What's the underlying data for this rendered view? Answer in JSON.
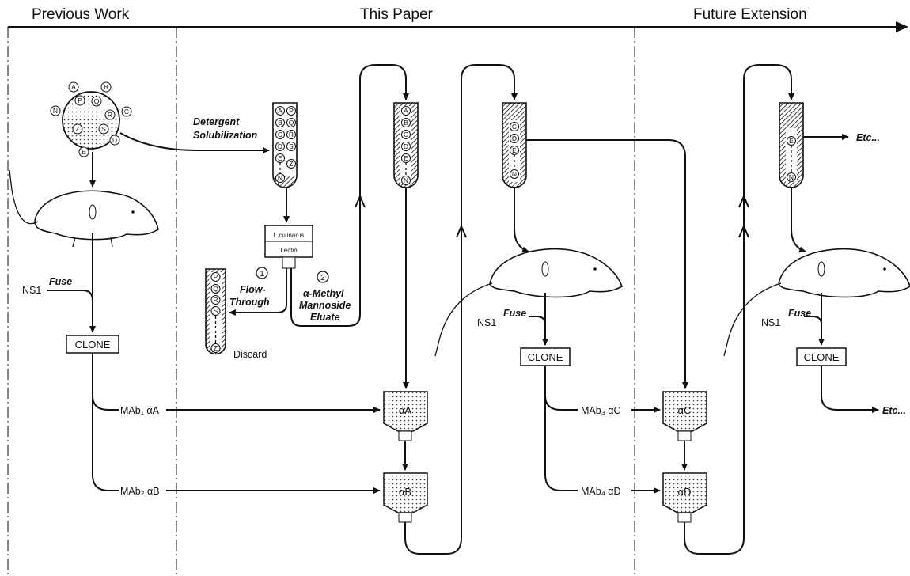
{
  "headers": {
    "previous": "Previous Work",
    "this_paper": "This Paper",
    "future": "Future Extension"
  },
  "labels": {
    "detergent1": "Detergent",
    "detergent2": "Solubilization",
    "lectin_top": "L.culinarus",
    "lectin_bottom": "Lectin",
    "step1_num": "1",
    "step1_line1": "Flow-",
    "step1_line2": "Through",
    "step2_num": "2",
    "step2_line1": "α-Methyl",
    "step2_line2": "Mannoside",
    "step2_line3": "Eluate",
    "discard": "Discard",
    "etc1": "Etc...",
    "etc2": "Etc...",
    "fuse": "Fuse",
    "ns1": "NS1",
    "clone": "CLONE",
    "mab1": "MAb₁ αA",
    "mab2": "MAb₂ αB",
    "mab3": "MAb₃ αC",
    "mab4": "MAb₄ αD",
    "col_a": "αA",
    "col_b": "αB",
    "col_c": "αC",
    "col_d": "αD"
  },
  "antigens": {
    "cell": [
      "A",
      "B",
      "P",
      "Q",
      "R",
      "C",
      "N",
      "Z",
      "S",
      "D",
      "E"
    ],
    "tube1_left": [
      "A",
      "B",
      "C",
      "D",
      "E",
      "N"
    ],
    "tube1_right": [
      "P",
      "Q",
      "R",
      "S",
      "Z"
    ],
    "tube_abcde": [
      "A",
      "B",
      "C",
      "D",
      "E",
      "N"
    ],
    "tube_cde": [
      "C",
      "D",
      "E",
      "N"
    ],
    "tube_e": [
      "E",
      "N"
    ],
    "tube_discard": [
      "P",
      "Q",
      "R",
      "S",
      "Z"
    ]
  }
}
